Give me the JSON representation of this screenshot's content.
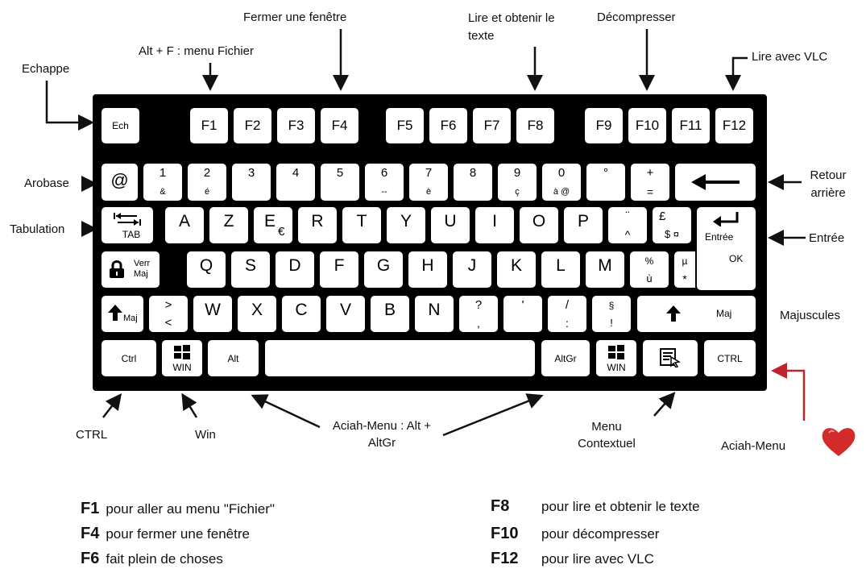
{
  "labels": {
    "echappe": "Echappe",
    "alt_f": "Alt + F : menu Fichier",
    "fermer": "Fermer une fenêtre",
    "lire_obtenir": "Lire et obtenir le texte",
    "decompresser": "Décompresser",
    "lire_vlc": "Lire avec VLC",
    "arobase": "Arobase",
    "tabulation": "Tabulation",
    "retour": "Retour arrière",
    "entree": "Entrée",
    "majuscules": "Majuscules",
    "ctrl": "CTRL",
    "win": "Win",
    "aciah_alt": "Aciah-Menu : Alt + AltGr",
    "menu_contextuel": "Menu Contextuel",
    "aciah_menu": "Aciah-Menu"
  },
  "keys": {
    "function": [
      "Ech",
      "F1",
      "F2",
      "F3",
      "F4",
      "F5",
      "F6",
      "F7",
      "F8",
      "F9",
      "F10",
      "F11",
      "F12"
    ],
    "row1": [
      {
        "top": "@",
        "bottom": ""
      },
      {
        "top": "1",
        "bottom": "&"
      },
      {
        "top": "2",
        "bottom": "é"
      },
      {
        "top": "3",
        "bottom": ""
      },
      {
        "top": "4",
        "bottom": ""
      },
      {
        "top": "5",
        "bottom": ""
      },
      {
        "top": "6",
        "bottom": "--"
      },
      {
        "top": "7",
        "bottom": "è"
      },
      {
        "top": "8",
        "bottom": ""
      },
      {
        "top": "9",
        "bottom": "ç"
      },
      {
        "top": "0",
        "bottom": "à @"
      },
      {
        "top": "°",
        "bottom": ""
      },
      {
        "top": "+",
        "bottom": "="
      }
    ],
    "tab_label": "TAB",
    "row2": [
      "A",
      "Z",
      "E",
      "R",
      "T",
      "Y",
      "U",
      "I",
      "O",
      "P"
    ],
    "euro": "€",
    "row2_punct": [
      {
        "top": "¨",
        "bottom": "^"
      },
      {
        "top": "£",
        "bottom": "$  ¤"
      }
    ],
    "entree_key": "Entrée",
    "verr_maj": "Verr Maj",
    "row3": [
      "Q",
      "S",
      "D",
      "F",
      "G",
      "H",
      "J",
      "K",
      "L",
      "M"
    ],
    "row3_punct": [
      {
        "top": "%",
        "bottom": "ù"
      },
      {
        "top": "µ",
        "bottom": "*"
      }
    ],
    "ok": "OK",
    "maj": "Maj",
    "row4_first": {
      "top": ">",
      "bottom": "<"
    },
    "row4": [
      "W",
      "X",
      "C",
      "V",
      "B",
      "N"
    ],
    "row4_punct": [
      {
        "top": "?",
        "bottom": ","
      },
      {
        "top": "'",
        "bottom": ""
      },
      {
        "top": "/",
        "bottom": ":"
      },
      {
        "top": "§",
        "bottom": "!"
      }
    ],
    "bottom_row": {
      "ctrl": "Ctrl",
      "win": "WIN",
      "alt": "Alt",
      "altgr": "AltGr",
      "ctrl_right": "CTRL"
    }
  },
  "legend": [
    {
      "key": "F1",
      "text": "pour aller au menu \"Fichier\""
    },
    {
      "key": "F4",
      "text": "pour fermer une fenêtre"
    },
    {
      "key": "F6",
      "text": "fait plein de choses"
    },
    {
      "key": "F8",
      "text": "pour lire et obtenir le texte"
    },
    {
      "key": "F10",
      "text": "pour décompresser"
    },
    {
      "key": "F12",
      "text": "pour lire avec VLC"
    }
  ],
  "colors": {
    "keyboard": "#000000",
    "key": "#ffffff",
    "aciah_arrow": "#c0242b",
    "heart": "#d32a2a"
  },
  "icons": [
    "windows-logo-icon",
    "context-menu-icon",
    "heart-icon",
    "padlock-icon",
    "shift-arrow-icon",
    "backspace-arrow-icon",
    "enter-arrow-icon",
    "tab-arrows-icon"
  ]
}
